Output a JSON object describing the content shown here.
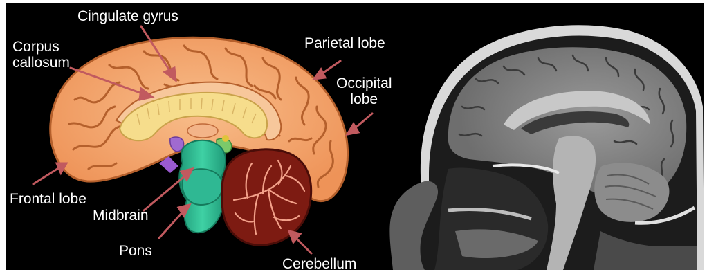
{
  "labels": {
    "cingulate_gyrus": "Cingulate gyrus",
    "corpus_callosum": [
      "Corpus",
      "callosum"
    ],
    "parietal_lobe": "Parietal lobe",
    "occipital_lobe": [
      "Occipital",
      "lobe"
    ],
    "frontal_lobe": "Frontal lobe",
    "midbrain": "Midbrain",
    "pons": "Pons",
    "cerebellum": "Cerebellum"
  },
  "colors": {
    "background": "#000000",
    "cortex": "#f2a26a",
    "sulci": "#b5602c",
    "corpus_callosum": "#f6dd8c",
    "brainstem": "#2fb893",
    "cerebellum": "#7d1b12",
    "arrows": "#c15a5f",
    "mri_tissue": "#8a8a8a"
  }
}
